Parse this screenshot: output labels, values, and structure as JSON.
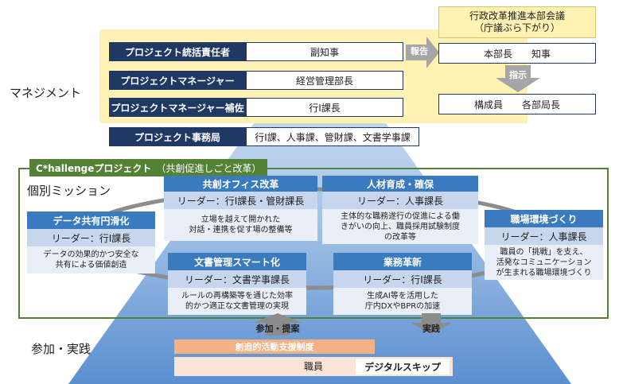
{
  "left_labels": {
    "management": "マネジメント",
    "individual_mission": "個別ミッション",
    "participation": "参加・実践"
  },
  "management": {
    "rows": [
      {
        "role": "プロジェクト統括責任者",
        "person": "副知事"
      },
      {
        "role": "プロジェクトマネージャー",
        "person": "経営管理部長"
      },
      {
        "role": "プロジェクトマネージャー補佐",
        "person": "行I課長"
      }
    ],
    "office": {
      "role": "プロジェクト事務局",
      "members": "行I課、人事課、管財課、文書学事課"
    }
  },
  "hq": {
    "title_line1": "行政改革推進本部会議",
    "title_line2": "（庁議ぶら下がり）",
    "top": "本部長　　知事",
    "bottom": "構成員　　各部局長",
    "report_label": "報告",
    "instruct_label": "指示"
  },
  "challenge": {
    "title": "C*hallengeプロジェクト",
    "subtitle": "（共創促進しごと改革）"
  },
  "missions": {
    "kyoso": {
      "title": "共創オフィス改革",
      "leader": "リーダー：行I課長・管財課長",
      "desc": "立場を越えて開かれた\n対話・連携を促す場の整備等"
    },
    "jinzai": {
      "title": "人材育成・確保",
      "leader": "リーダー：人事課長",
      "desc": "主体的な職務遂行の促進による働\nきがいの向上、職員採用試験制度\nの改革等"
    },
    "data": {
      "title": "データ共有円滑化",
      "leader": "リーダー：行I課長",
      "desc": "データの効果的かつ安全な\n共有による価値創造"
    },
    "shokuba": {
      "title": "職場環境づくり",
      "leader": "リーダー：人事課長",
      "desc": "職員の「挑戦」を支え、\n活発なコミュニケーション\nが生まれる職場環境づくり"
    },
    "bunsho": {
      "title": "文書管理スマート化",
      "leader": "リーダー：文書学事課長",
      "desc": "ルールの再構築等を通じた効率\n的かつ適正な文書管理の実現"
    },
    "gyomu": {
      "title": "業務革新",
      "leader": "リーダー：行I課長",
      "desc": "生成AI等を活用した\n庁内DXやBPRの加速"
    }
  },
  "bottom": {
    "sanka_label": "参加・提案",
    "jissen_label": "実践",
    "support": "創造的活動支援制度",
    "staff": "職員",
    "skip": "デジタルスキップ"
  },
  "colors": {
    "navy": "#1f3864",
    "blue": "#3a7bbf",
    "light_blue": "#c7d6ec",
    "yellow": "#fff2b3",
    "green": "#548235",
    "orange": "#f4b183"
  }
}
